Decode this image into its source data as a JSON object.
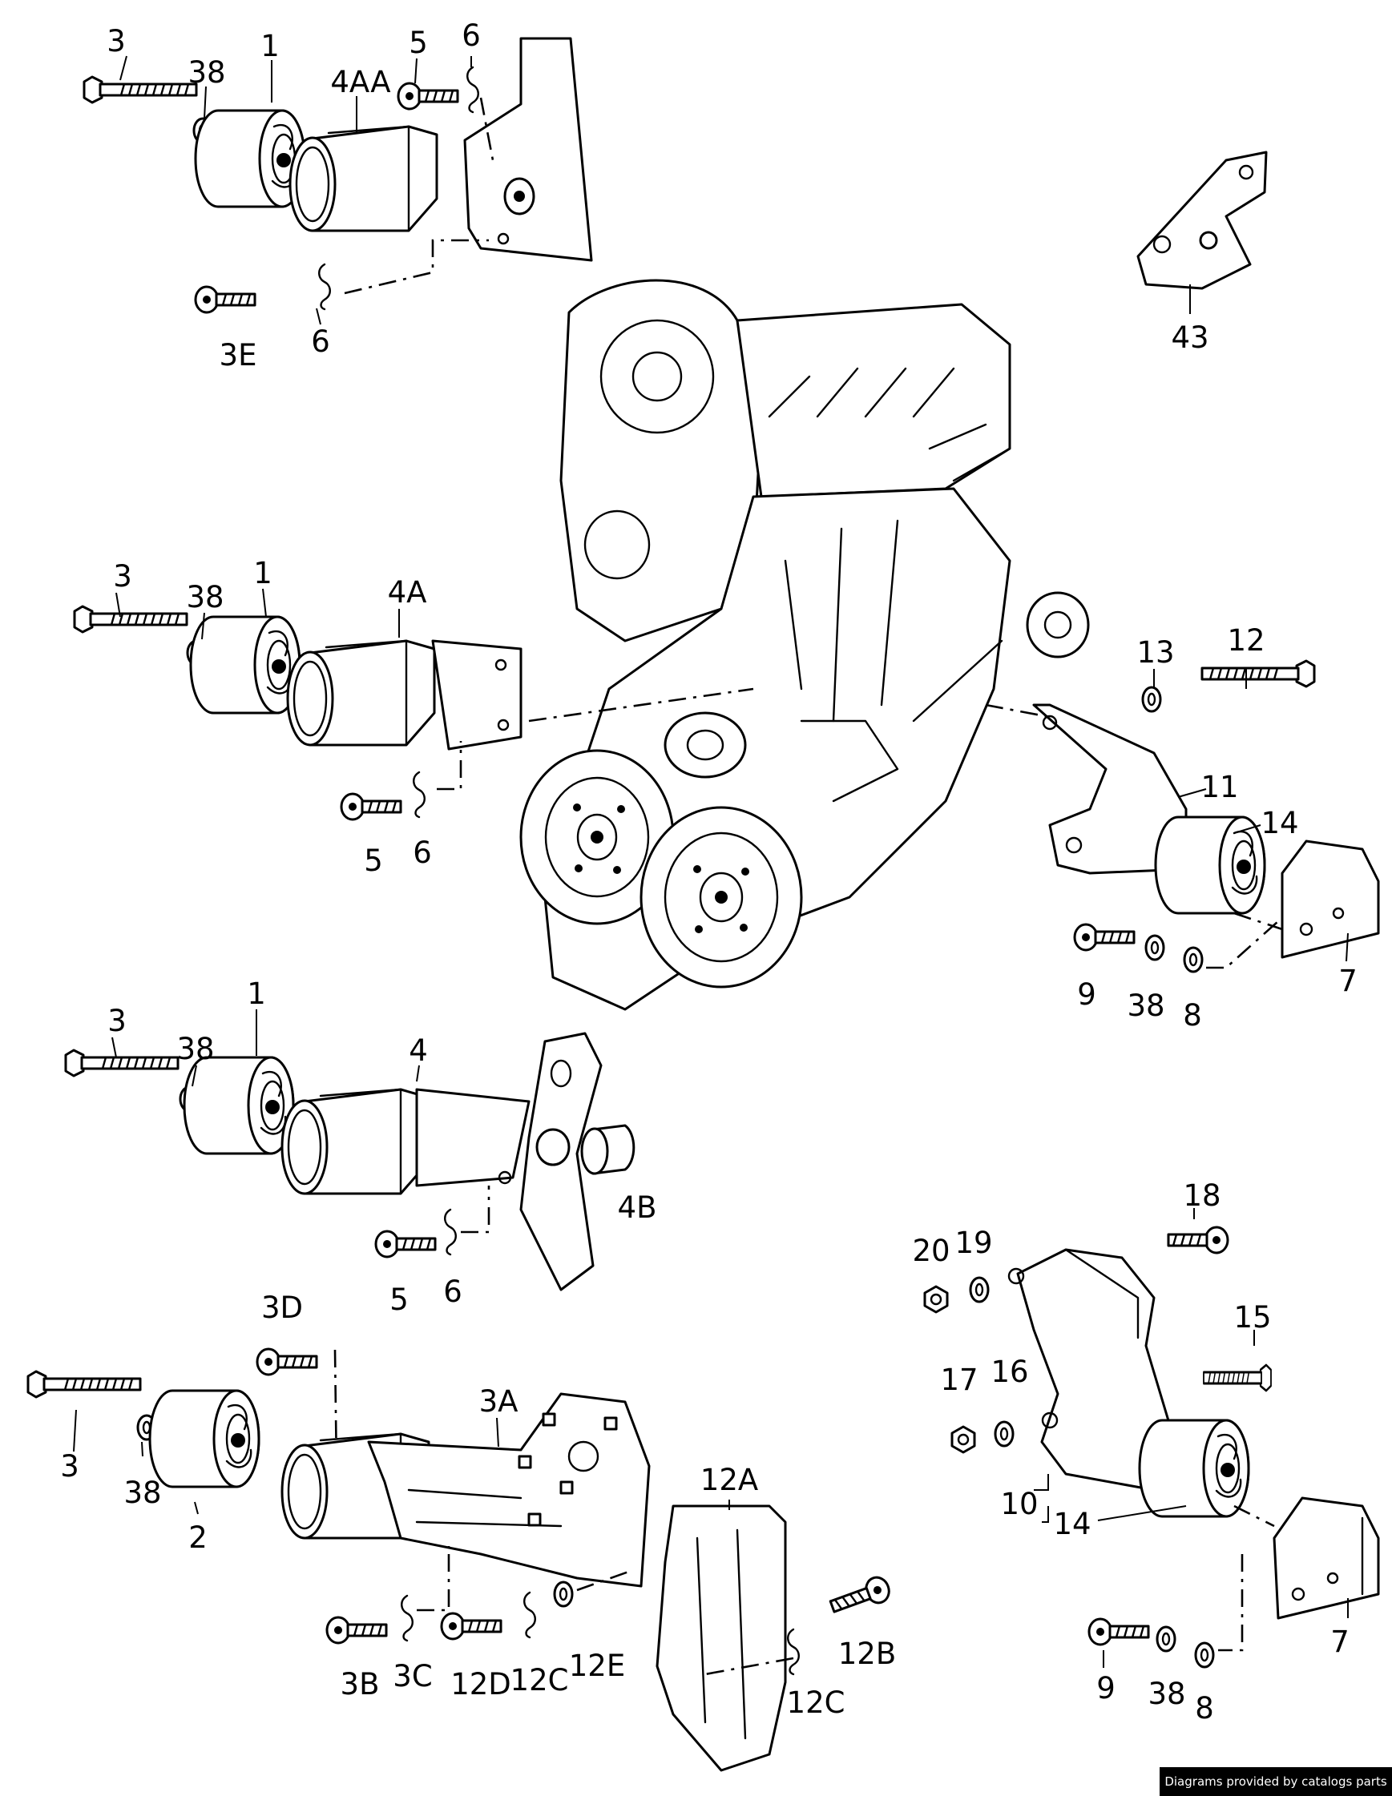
{
  "callouts": [
    {
      "id": "c01",
      "label": "3"
    },
    {
      "id": "c02",
      "label": "38"
    },
    {
      "id": "c03",
      "label": "1"
    },
    {
      "id": "c04",
      "label": "4AA"
    },
    {
      "id": "c05",
      "label": "5"
    },
    {
      "id": "c06",
      "label": "6"
    },
    {
      "id": "c07",
      "label": "3E"
    },
    {
      "id": "c08",
      "label": "6"
    },
    {
      "id": "c09",
      "label": "43"
    },
    {
      "id": "c10",
      "label": "3"
    },
    {
      "id": "c11",
      "label": "38"
    },
    {
      "id": "c12",
      "label": "1"
    },
    {
      "id": "c13",
      "label": "4A"
    },
    {
      "id": "c14",
      "label": "5"
    },
    {
      "id": "c15",
      "label": "6"
    },
    {
      "id": "c16",
      "label": "13"
    },
    {
      "id": "c17",
      "label": "12"
    },
    {
      "id": "c18",
      "label": "11"
    },
    {
      "id": "c19",
      "label": "14"
    },
    {
      "id": "c20",
      "label": "9"
    },
    {
      "id": "c21",
      "label": "38"
    },
    {
      "id": "c22",
      "label": "8"
    },
    {
      "id": "c23",
      "label": "7"
    },
    {
      "id": "c24",
      "label": "3"
    },
    {
      "id": "c25",
      "label": "38"
    },
    {
      "id": "c26",
      "label": "1"
    },
    {
      "id": "c27",
      "label": "4"
    },
    {
      "id": "c28",
      "label": "4B"
    },
    {
      "id": "c29",
      "label": "5"
    },
    {
      "id": "c30",
      "label": "6"
    },
    {
      "id": "c31",
      "label": "3D"
    },
    {
      "id": "c32",
      "label": "3A"
    },
    {
      "id": "c33",
      "label": "3"
    },
    {
      "id": "c34",
      "label": "38"
    },
    {
      "id": "c35",
      "label": "2"
    },
    {
      "id": "c36",
      "label": "12A"
    },
    {
      "id": "c37",
      "label": "3B"
    },
    {
      "id": "c38",
      "label": "3C"
    },
    {
      "id": "c39",
      "label": "12D"
    },
    {
      "id": "c40",
      "label": "12C"
    },
    {
      "id": "c41",
      "label": "12E"
    },
    {
      "id": "c42",
      "label": "12B"
    },
    {
      "id": "c43",
      "label": "12C"
    },
    {
      "id": "c44",
      "label": "18"
    },
    {
      "id": "c45",
      "label": "20"
    },
    {
      "id": "c46",
      "label": "19"
    },
    {
      "id": "c47",
      "label": "15"
    },
    {
      "id": "c48",
      "label": "17"
    },
    {
      "id": "c49",
      "label": "16"
    },
    {
      "id": "c50",
      "label": "10"
    },
    {
      "id": "c51",
      "label": "14"
    },
    {
      "id": "c52",
      "label": "7"
    },
    {
      "id": "c53",
      "label": "9"
    },
    {
      "id": "c54",
      "label": "38"
    },
    {
      "id": "c55",
      "label": "8"
    }
  ],
  "footer": {
    "credit": "Diagrams provided by catalogs parts"
  }
}
